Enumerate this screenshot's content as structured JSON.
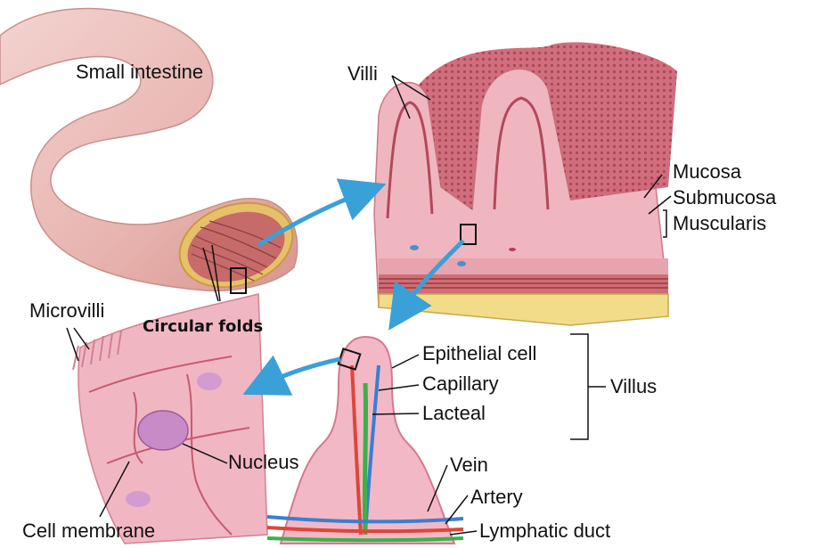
{
  "labels": {
    "small_intestine": "Small intestine",
    "villi": "Villi",
    "mucosa": "Mucosa",
    "submucosa": "Submucosa",
    "muscularis": "Muscularis",
    "microvilli": "Microvilli",
    "circular_folds": "Circular folds",
    "epithelial_cell": "Epithelial cell",
    "capillary": "Capillary",
    "lacteal": "Lacteal",
    "villus": "Villus",
    "nucleus": "Nucleus",
    "vein": "Vein",
    "artery": "Artery",
    "lymphatic_duct": "Lymphatic duct",
    "cell_membrane": "Cell membrane"
  },
  "colors": {
    "tissue_pink": "#e9a0ad",
    "tissue_light": "#f4c6cf",
    "muscle_red": "#c4606a",
    "fat_yellow": "#f2dc8a",
    "arrow_blue": "#3aa0d8",
    "vein_blue": "#3a7fd0",
    "artery_red": "#e0453a",
    "lymph_green": "#3db04a"
  }
}
